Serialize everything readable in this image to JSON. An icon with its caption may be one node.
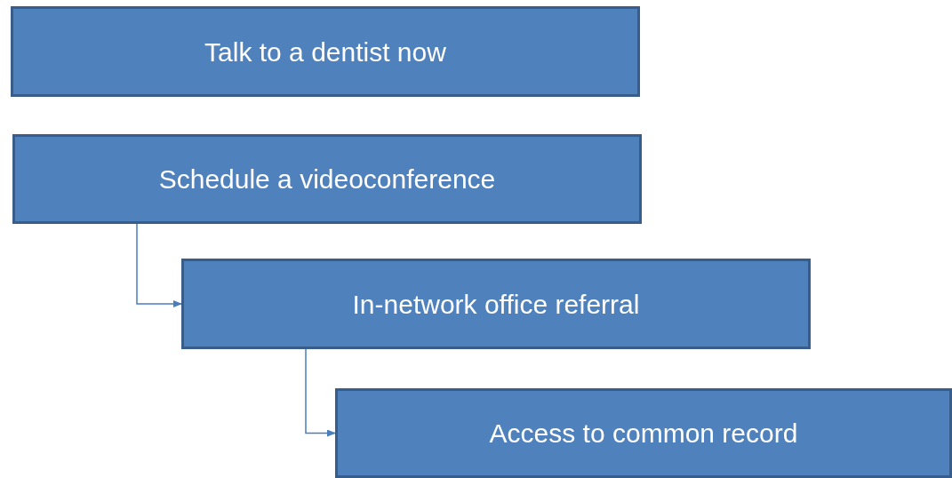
{
  "diagram": {
    "nodes": [
      {
        "text": [
          "Talk to a dentist now"
        ]
      },
      {
        "text": [
          "Schedule a videoconference"
        ]
      },
      {
        "text": [
          "In-network office referral"
        ]
      },
      {
        "text": [
          "Access to common record"
        ]
      }
    ],
    "edges": [
      {
        "from": 1,
        "to": 2,
        "arrow": "to"
      },
      {
        "from": 2,
        "to": 3,
        "arrow": "to"
      }
    ]
  }
}
